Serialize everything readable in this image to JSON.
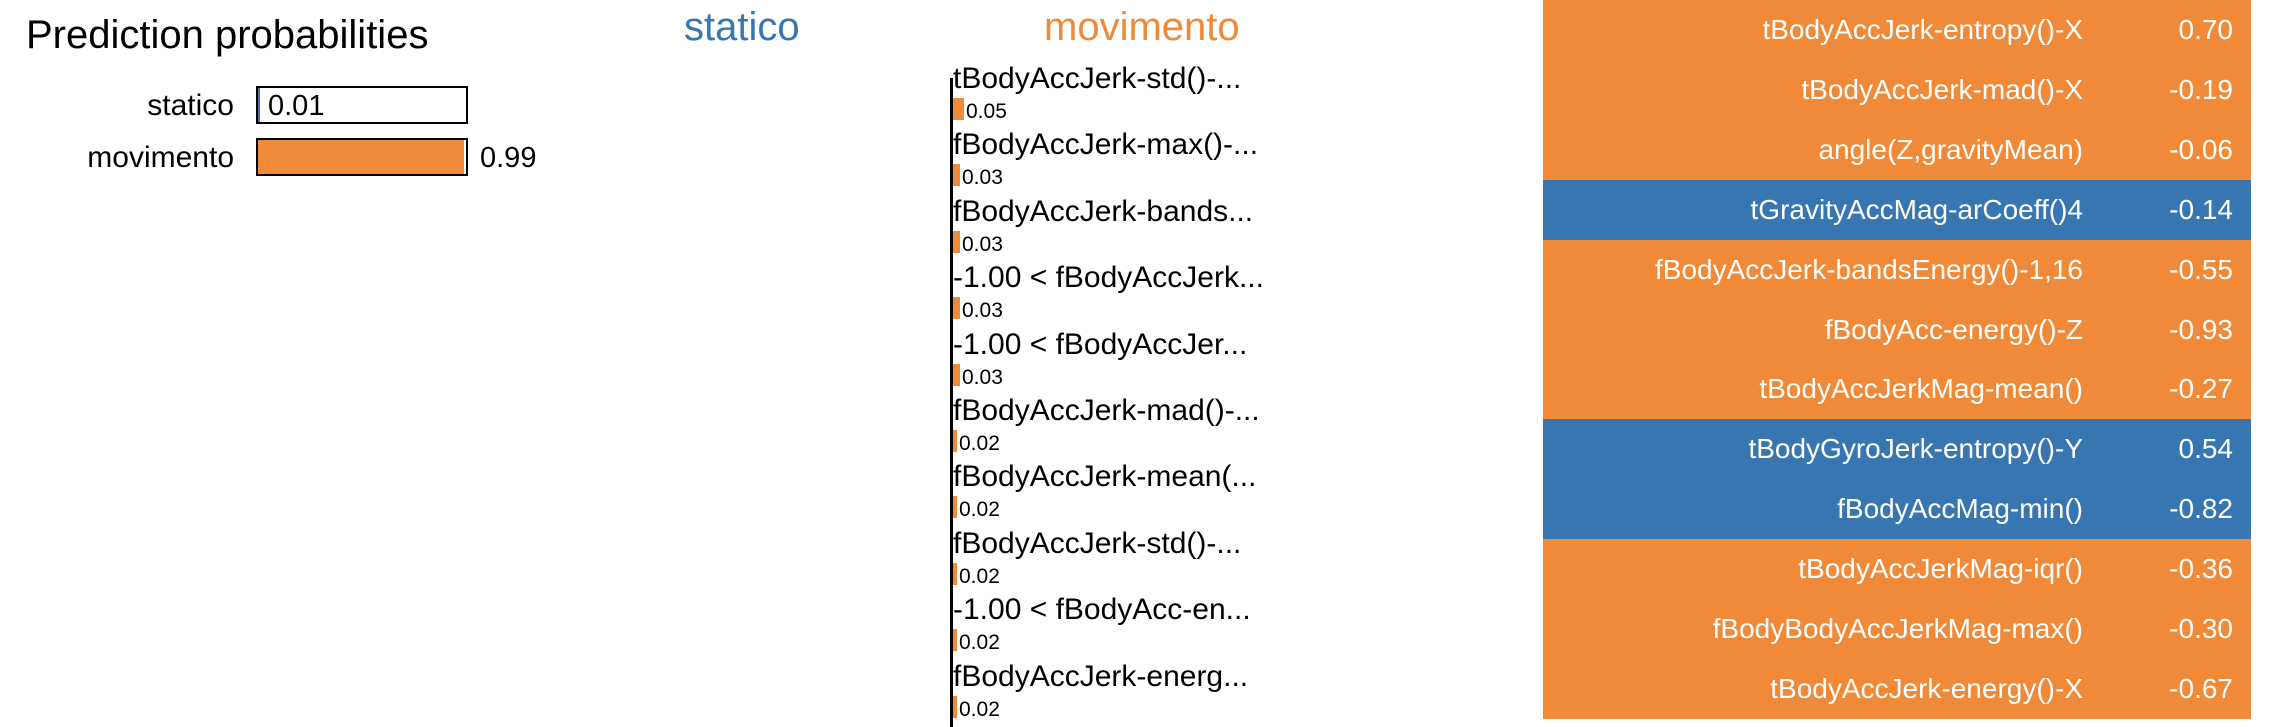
{
  "colors": {
    "statico": "#3776b0",
    "movimento": "#f08a38",
    "text": "#000000",
    "table_text": "#ffffff"
  },
  "prediction": {
    "title": "Prediction probabilities",
    "classes": [
      {
        "label": "statico",
        "value": "0.01",
        "probability": 0.01,
        "color": "#3776b0"
      },
      {
        "label": "movimento",
        "value": "0.99",
        "probability": 0.99,
        "color": "#f08a38"
      }
    ]
  },
  "explanation": {
    "negative_class": "statico",
    "positive_class": "movimento"
  },
  "chart_data": [
    {
      "type": "bar",
      "title": "Prediction probabilities",
      "categories": [
        "statico",
        "movimento"
      ],
      "values": [
        0.01,
        0.99
      ],
      "xlim": [
        0,
        1
      ]
    },
    {
      "type": "bar",
      "orientation": "horizontal",
      "categories": [
        "tBodyAccJerk-std()-...",
        "fBodyAccJerk-max()-...",
        "fBodyAccJerk-bands...",
        "-1.00 < fBodyAccJerk...",
        "-1.00 < fBodyAccJer...",
        "fBodyAccJerk-mad()-...",
        "fBodyAccJerk-mean(...",
        "fBodyAccJerk-std()-...",
        "-1.00 < fBodyAcc-en...",
        "fBodyAccJerk-energ..."
      ],
      "values": [
        0.05,
        0.03,
        0.03,
        0.03,
        0.03,
        0.02,
        0.02,
        0.02,
        0.02,
        0.02
      ],
      "labels": [
        "0.05",
        "0.03",
        "0.03",
        "0.03",
        "0.03",
        "0.02",
        "0.02",
        "0.02",
        "0.02",
        "0.02"
      ],
      "xlim": [
        0,
        1
      ]
    }
  ],
  "feature_table": [
    {
      "name": "tBodyAccJerk-entropy()-X",
      "value": "0.70",
      "color": "#f08a38"
    },
    {
      "name": "tBodyAccJerk-mad()-X",
      "value": "-0.19",
      "color": "#f08a38"
    },
    {
      "name": "angle(Z,gravityMean)",
      "value": "-0.06",
      "color": "#f08a38"
    },
    {
      "name": "tGravityAccMag-arCoeff()4",
      "value": "-0.14",
      "color": "#3776b0"
    },
    {
      "name": "fBodyAccJerk-bandsEnergy()-1,16",
      "value": "-0.55",
      "color": "#f08a38"
    },
    {
      "name": "fBodyAcc-energy()-Z",
      "value": "-0.93",
      "color": "#f08a38"
    },
    {
      "name": "tBodyAccJerkMag-mean()",
      "value": "-0.27",
      "color": "#f08a38"
    },
    {
      "name": "tBodyGyroJerk-entropy()-Y",
      "value": "0.54",
      "color": "#3776b0"
    },
    {
      "name": "fBodyAccMag-min()",
      "value": "-0.82",
      "color": "#3776b0"
    },
    {
      "name": "tBodyAccJerkMag-iqr()",
      "value": "-0.36",
      "color": "#f08a38"
    },
    {
      "name": "fBodyBodyAccJerkMag-max()",
      "value": "-0.30",
      "color": "#f08a38"
    },
    {
      "name": "tBodyAccJerk-energy()-X",
      "value": "-0.67",
      "color": "#f08a38"
    }
  ]
}
